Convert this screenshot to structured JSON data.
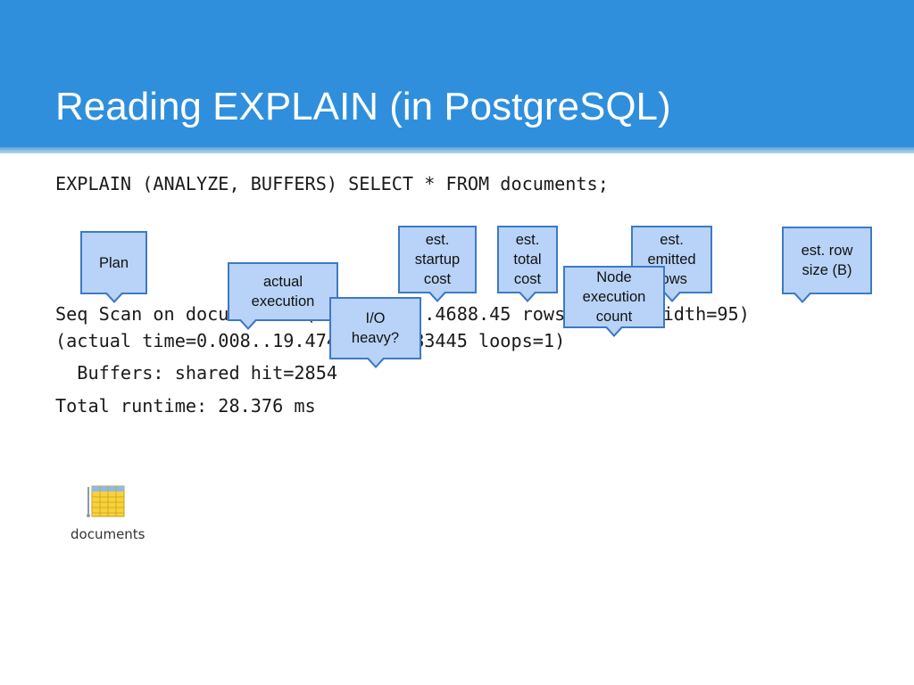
{
  "slide": {
    "title": "Reading EXPLAIN (in PostgreSQL)"
  },
  "code": {
    "command": "EXPLAIN (ANALYZE, BUFFERS) SELECT * FROM documents;",
    "line1": "Seq Scan on documents  (cost=0.00..4688.45 rows=183445 width=95)",
    "line2": "(actual time=0.008..19.474 rows=183445 loops=1)",
    "line3": "  Buffers: shared hit=2854",
    "line4": "Total runtime: 28.376 ms"
  },
  "callouts": {
    "plan": "Plan",
    "actual_execution": "actual\nexecution",
    "io_heavy": "I/O\nheavy?",
    "startup_cost": "est.\nstartup\ncost",
    "total_cost": "est.\ntotal\ncost",
    "emitted_rows": "est.\nemitted\nrows",
    "node_execution_count": "Node\nexecution\ncount",
    "row_size": "est. row\nsize (B)"
  },
  "table_icon": {
    "label": "documents",
    "icon": "database-table-icon"
  },
  "colors": {
    "header": "#2f8fdc",
    "callout_fill": "#b8d3f7",
    "callout_border": "#3e79c4"
  }
}
